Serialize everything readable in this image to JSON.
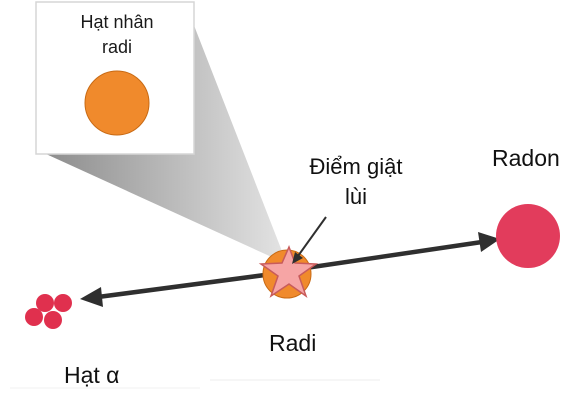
{
  "inset": {
    "title_line1": "Hạt nhân",
    "title_line2": "radi"
  },
  "labels": {
    "recoil_line1": "Điểm giật",
    "recoil_line2": "lùi",
    "radon": "Radon",
    "radi": "Radi",
    "alpha": "Hạt α"
  },
  "colors": {
    "nucleus": "#f08a2c",
    "nucleus_stroke": "#c86a14",
    "radon": "#e23c5c",
    "alpha": "#e0304e",
    "star": "#f6a5a5",
    "star_stroke": "#c85b5b",
    "arrow": "#2f2f2f",
    "cone_dark": "#8d8d8d",
    "cone_light": "#e4e4e4"
  }
}
